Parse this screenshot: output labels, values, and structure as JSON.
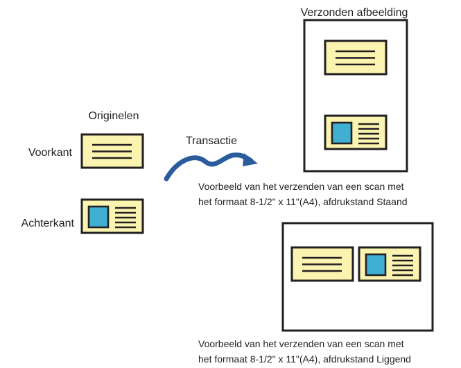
{
  "labels": {
    "originals_title": "Originelen",
    "front": "Voorkant",
    "back": "Achterkant",
    "transaction": "Transactie",
    "sent_image_title": "Verzonden afbeelding"
  },
  "captions": {
    "portrait_line1": "Voorbeeld van het verzenden van een scan met",
    "portrait_line2": "het formaat 8-1/2\" x 11\"(A4), afdrukstand Staand",
    "landscape_line1": "Voorbeeld van het verzenden van een scan met",
    "landscape_line2": "het formaat 8-1/2\" x 11\"(A4), afdrukstand Liggend"
  },
  "colors": {
    "card_fill": "#fbf3b0",
    "photo_fill": "#3fb0d2",
    "arrow": "#2b5d9e",
    "stroke": "#231f20"
  },
  "icons": {
    "front_card": "id-card-front-icon",
    "back_card": "id-card-back-icon",
    "arrow": "curved-arrow-icon"
  }
}
